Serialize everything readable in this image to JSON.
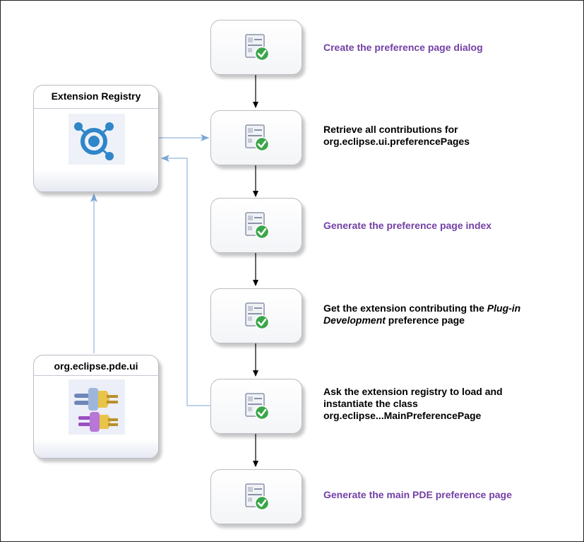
{
  "extension_registry": {
    "title": "Extension Registry",
    "icon": "extension-registry-icon"
  },
  "plugin": {
    "title": "org.eclipse.pde.ui",
    "icon": "plugin-connector-icon"
  },
  "steps": [
    {
      "icon": "preference-page-check-icon",
      "label": "Create the preference page dialog",
      "color": "#7340a5"
    },
    {
      "icon": "preference-page-check-icon",
      "line1": "Retrieve all contributions for",
      "line2": "org.eclipse.ui.preferencePages",
      "color": "#000000"
    },
    {
      "icon": "preference-page-check-icon",
      "label": "Generate the preference page index",
      "color": "#7340a5"
    },
    {
      "icon": "preference-page-check-icon",
      "line1_prefix": "Get the extension contributing the ",
      "line1_italic": "Plug-in",
      "line2_italic": "Development",
      "line2_suffix": " preference page",
      "color": "#000000"
    },
    {
      "icon": "preference-page-check-icon",
      "line1": "Ask the extension registry to load and",
      "line2": "instantiate the class",
      "line3": "org.eclipse...MainPreferencePage",
      "color": "#000000"
    },
    {
      "icon": "preference-page-check-icon",
      "label": "Generate the main PDE preference page",
      "color": "#7340a5"
    }
  ],
  "colors": {
    "accent_purple": "#7340a5",
    "connector_blue": "#7aa6d6",
    "arrow_black": "#000000"
  }
}
